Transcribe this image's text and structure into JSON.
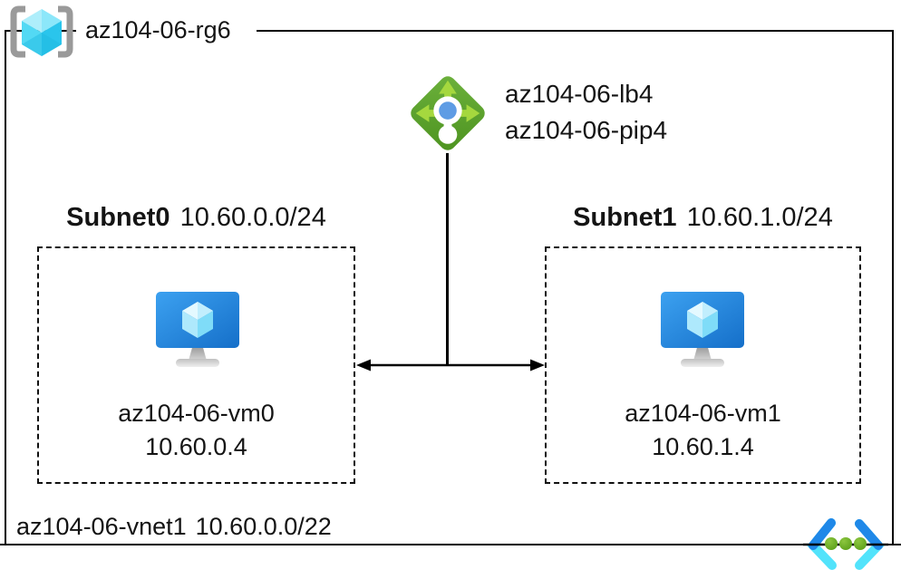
{
  "resource_group": {
    "label": "az104-06-rg6"
  },
  "load_balancer": {
    "name": "az104-06-lb4",
    "public_ip": "az104-06-pip4"
  },
  "subnets": [
    {
      "name": "Subnet0",
      "cidr": "10.60.0.0/24",
      "vm": {
        "name": "az104-06-vm0",
        "ip": "10.60.0.4"
      }
    },
    {
      "name": "Subnet1",
      "cidr": "10.60.1.0/24",
      "vm": {
        "name": "az104-06-vm1",
        "ip": "10.60.1.4"
      }
    }
  ],
  "vnet": {
    "name": "az104-06-vnet1",
    "cidr": "10.60.0.0/22"
  },
  "icons": {
    "resource_group": "resource-group-icon",
    "load_balancer": "load-balancer-icon",
    "virtual_machine": "virtual-machine-icon",
    "virtual_network": "virtual-network-icon"
  },
  "colors": {
    "border_black": "#000000",
    "lb_diamond_green": "#58a32e",
    "lb_arrow_green": "#a5d83e",
    "lb_dot_blue": "#5e9ce4",
    "vm_screen_blue_top": "#3ca1f0",
    "vm_screen_blue_bottom": "#156fc9",
    "cube_cyan_light": "#c7f1fd",
    "cube_cyan": "#53d9f4",
    "vnet_chevron_blue": "#1f88e8",
    "vnet_chevron_cyan": "#52e3fb",
    "vnet_dot_green": "#63a51f",
    "rg_bracket_gray": "#9a9a9a"
  }
}
